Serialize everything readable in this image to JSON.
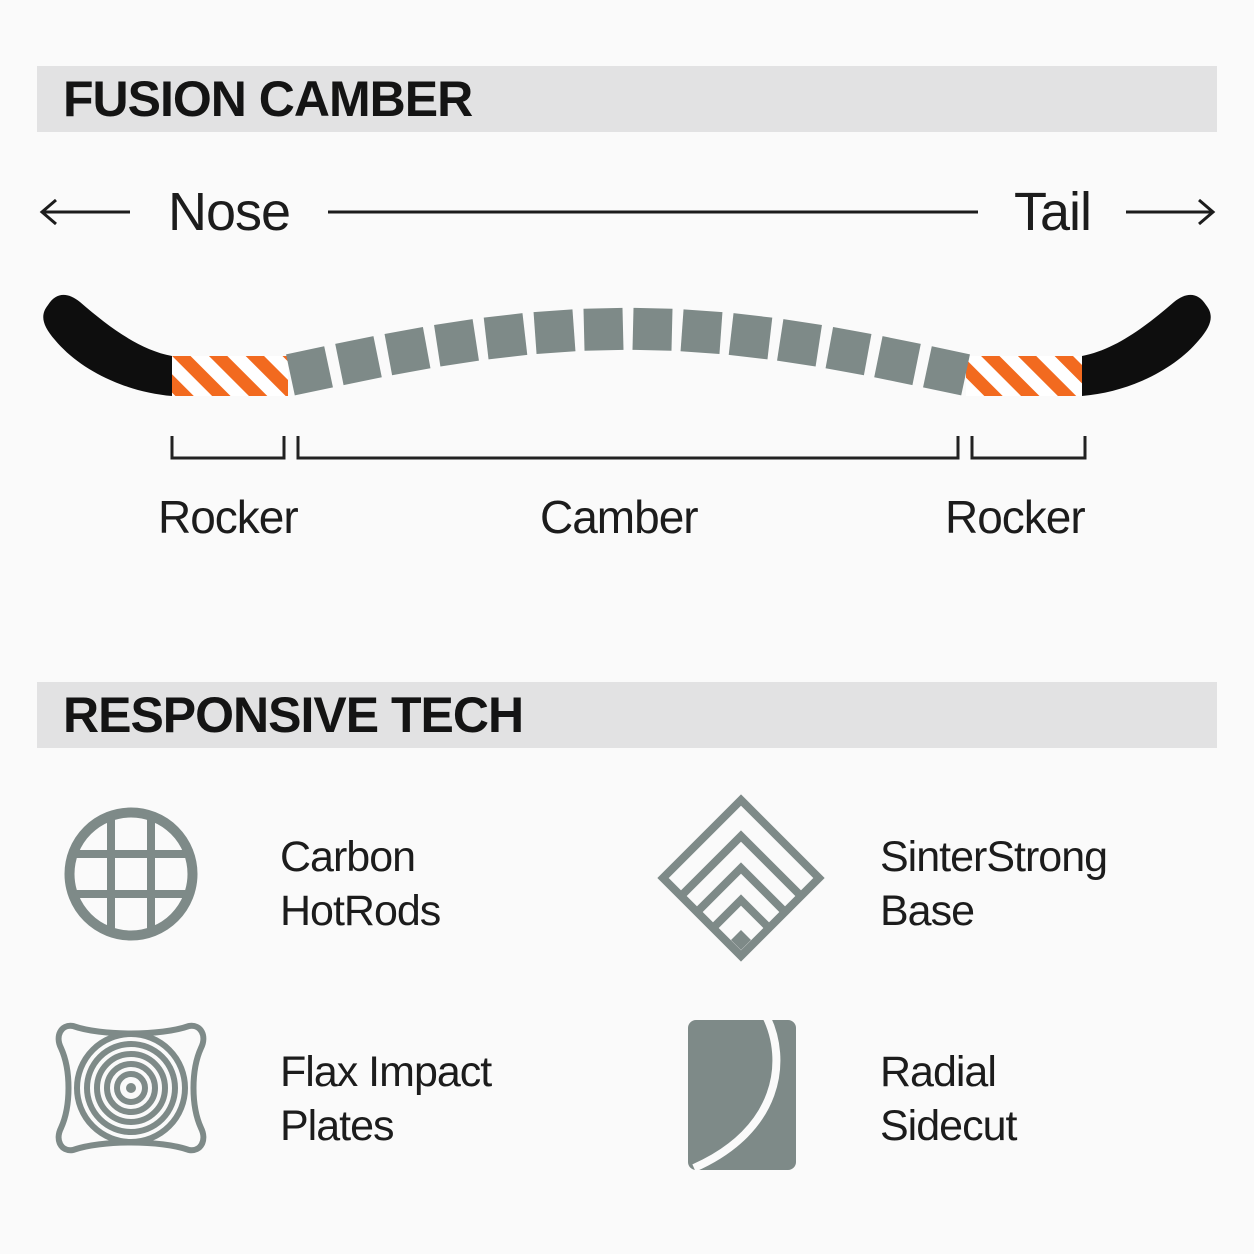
{
  "sections": {
    "profile": {
      "title": "FUSION CAMBER",
      "direction": {
        "nose": "Nose",
        "tail": "Tail"
      },
      "zones": [
        {
          "label": "Rocker",
          "color": "#f26a1f"
        },
        {
          "label": "Camber",
          "color": "#7e8a88"
        },
        {
          "label": "Rocker",
          "color": "#f26a1f"
        }
      ],
      "tip_color": "#0e0e0e"
    },
    "tech": {
      "title": "RESPONSIVE TECH",
      "icon_color": "#7e8a88",
      "features": [
        {
          "icon": "grid-circle-icon",
          "line1": "Carbon",
          "line2": "HotRods"
        },
        {
          "icon": "nested-chevron-diamond-icon",
          "line1": "SinterStrong",
          "line2": "Base"
        },
        {
          "icon": "concentric-rings-icon",
          "line1": "Flax Impact",
          "line2": "Plates"
        },
        {
          "icon": "curved-panel-icon",
          "line1": "Radial",
          "line2": "Sidecut"
        }
      ]
    }
  }
}
